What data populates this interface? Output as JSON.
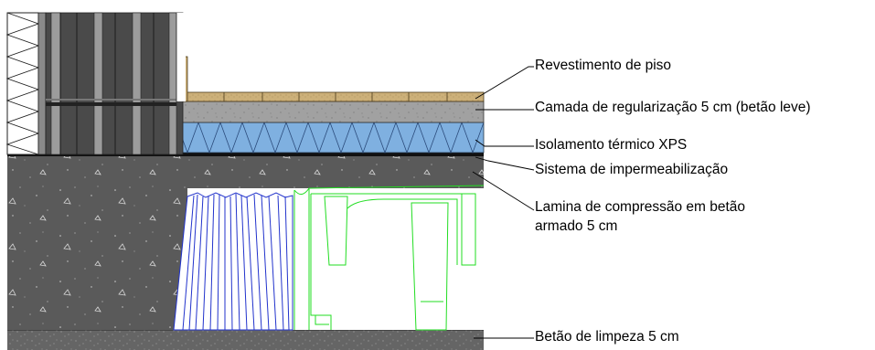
{
  "labels": {
    "floor_finish": "Revestimento de piso",
    "screed": "Camada de regularização 5 cm (betão leve)",
    "insulation": "Isolamento térmico XPS",
    "waterproofing": "Sistema de impermeabilização",
    "compression_slab_line1": "Lamina de compressão em betão",
    "compression_slab_line2": "armado 5 cm",
    "blinding": "Betão de limpeza 5 cm"
  },
  "colors": {
    "concrete": "#595959",
    "screed": "#a3a3a3",
    "insulation": "#7fb0e0",
    "wood": "#cdb27a",
    "wall_dark": "#4a4a4a",
    "wall_mid": "#9a9a9a",
    "blue_element": "#2233cc",
    "green_element": "#22dd22"
  }
}
